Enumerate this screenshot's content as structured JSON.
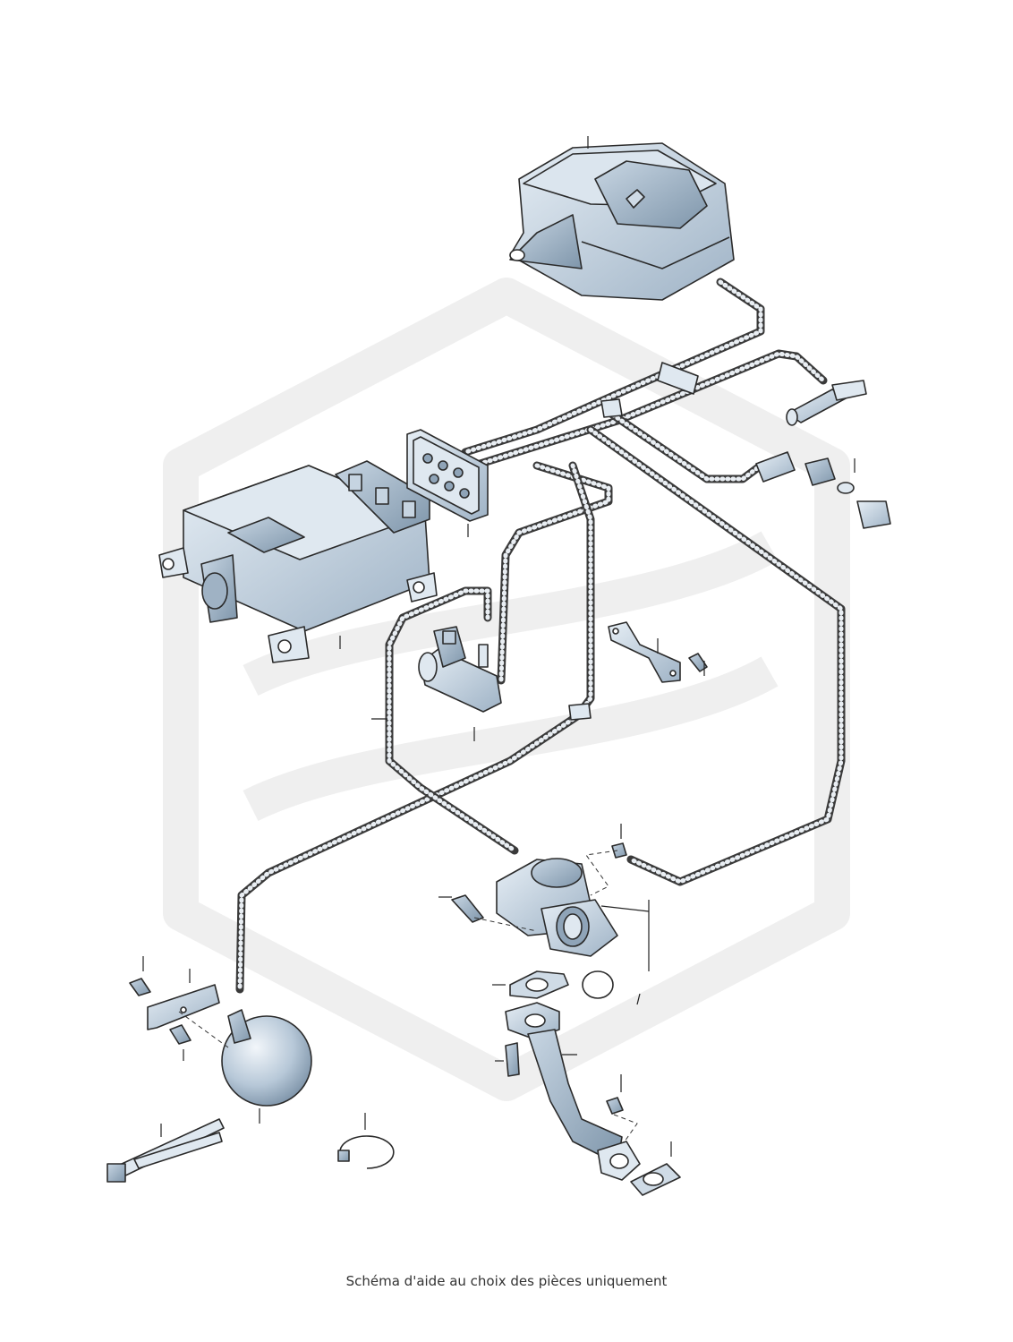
{
  "caption": "Schéma d'aide au choix des pièces uniquement",
  "colors": {
    "part_fill_light": "#dfe8f1",
    "part_fill_mid": "#b9c9d8",
    "part_fill_dark": "#8fa4b8",
    "outline": "#2b2b2b",
    "watermark": "#efefef"
  },
  "parts": [
    "air-filter-housing",
    "engine-control-unit",
    "hose-connector-block",
    "solenoid-valve",
    "vacuum-reservoir",
    "egr-valve",
    "egr-pipe",
    "gasket",
    "o-ring",
    "bracket",
    "bolt",
    "nut",
    "hose-clamp",
    "cable-tie",
    "non-return-valve"
  ]
}
